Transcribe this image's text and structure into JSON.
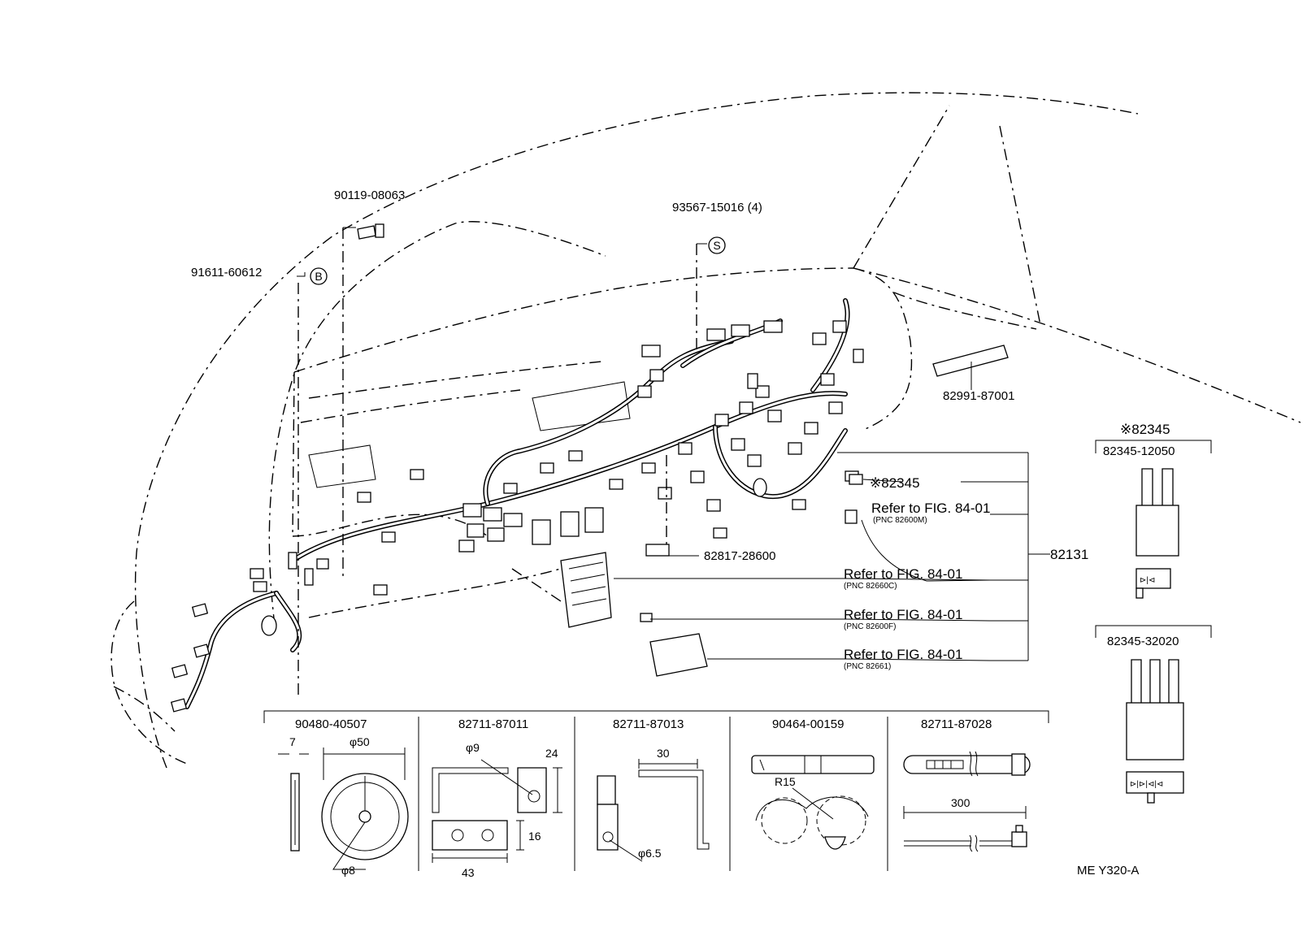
{
  "labels": {
    "bolt": "90119-08063",
    "clip_b": "91611-60612",
    "screw_s": "93567-15016 (4)",
    "strip": "82991-87001",
    "relay_ref": "※82345",
    "fig_refer_1": "Refer to FIG. 84-01",
    "pnc_1": "(PNC 82600M)",
    "harness": "82131",
    "block": "82817-28600",
    "fig_refer_2": "Refer to FIG. 84-01",
    "pnc_2": "(PNC 82660C)",
    "fig_refer_3": "Refer to FIG. 84-01",
    "pnc_3": "(PNC 82600F)",
    "fig_refer_4": "Refer to FIG. 84-01",
    "pnc_4": "(PNC 82661)",
    "code": "ME  Y320-A"
  },
  "callouts": {
    "b": "B",
    "s": "S"
  },
  "diode_box": {
    "title": "※82345",
    "part_a": "82345-12050",
    "part_b": "82345-32020"
  },
  "parts_table": [
    {
      "part": "90480-40507",
      "dims": {
        "width": "7",
        "dia": "φ50",
        "hole": "φ8"
      }
    },
    {
      "part": "82711-87011",
      "dims": {
        "hole": "φ9",
        "height": "24",
        "h2": "16",
        "len": "43"
      }
    },
    {
      "part": "82711-87013",
      "dims": {
        "width": "30",
        "hole": "φ6.5"
      }
    },
    {
      "part": "90464-00159",
      "dims": {
        "radius": "R15"
      }
    },
    {
      "part": "82711-87028",
      "dims": {
        "len": "300"
      }
    }
  ]
}
